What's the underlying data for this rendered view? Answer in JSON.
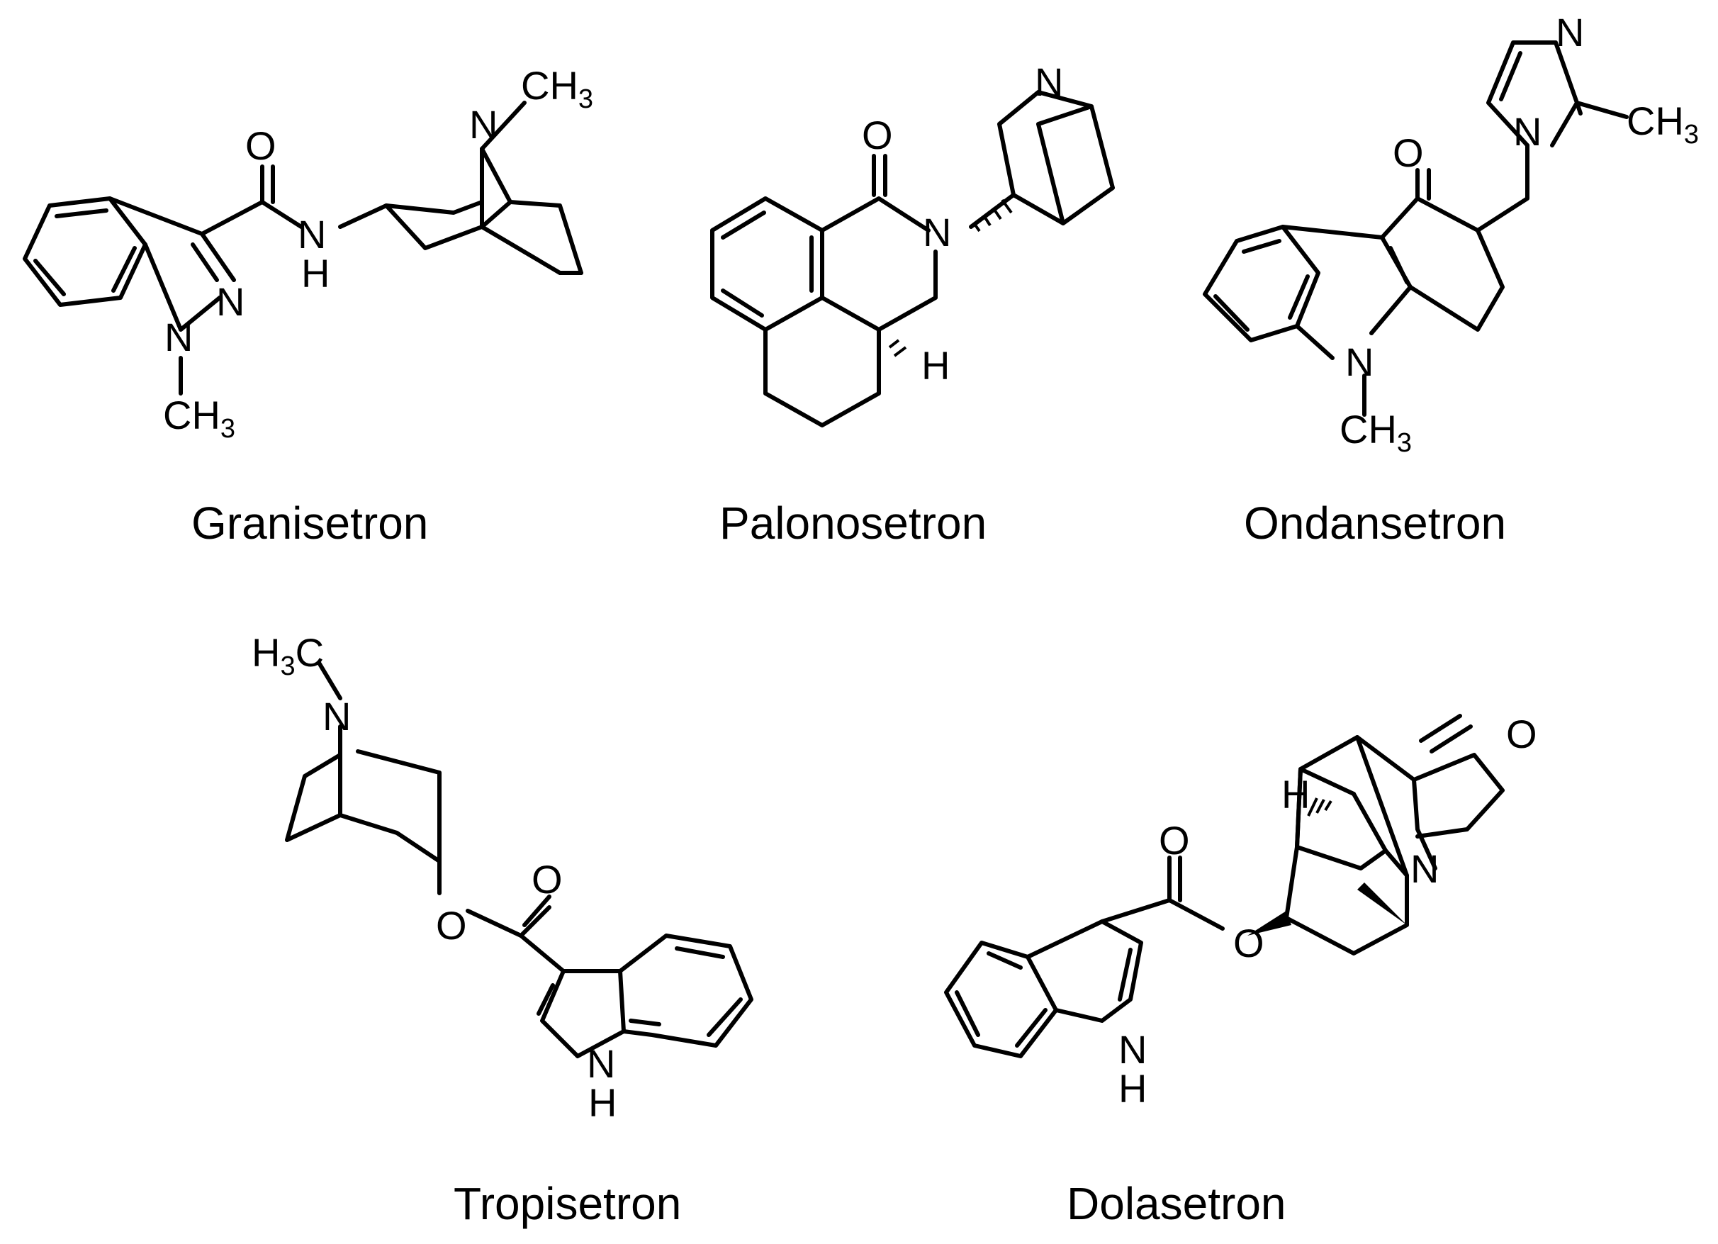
{
  "compounds": [
    {
      "name": "Granisetron"
    },
    {
      "name": "Palonosetron"
    },
    {
      "name": "Ondansetron"
    },
    {
      "name": "Tropisetron"
    },
    {
      "name": "Dolasetron"
    }
  ],
  "atoms": {
    "O": "O",
    "N": "N",
    "NH": "NH",
    "H": "H",
    "CH3_C": "CH",
    "CH3_sub": "3",
    "H3C_H": "H",
    "H3C_sub": "3",
    "H3C_C": "C"
  }
}
